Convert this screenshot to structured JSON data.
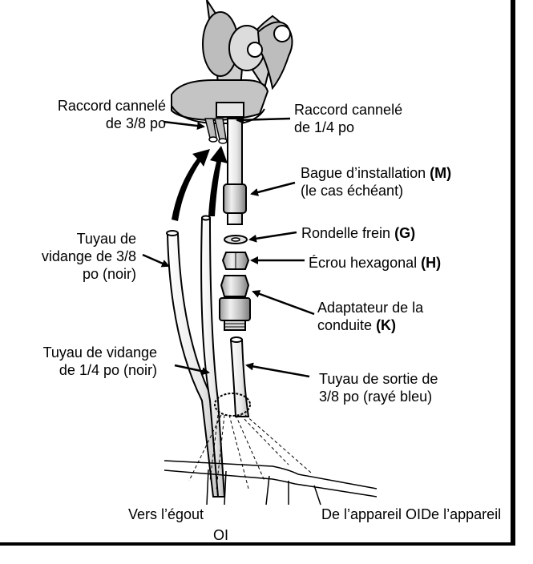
{
  "labels": {
    "barbed_38_l1": "Raccord cannelé",
    "barbed_38_l2": "de 3/8 po",
    "barbed_14_l1": "Raccord cannelé",
    "barbed_14_l2": "de 1/4 po",
    "ring_l1": "Bague d’installation ",
    "ring_l1_code": "(M)",
    "ring_l2": "(le cas échéant)",
    "washer": "Rondelle frein ",
    "washer_code": "(G)",
    "nut": "Écrou hexagonal ",
    "nut_code": "(H)",
    "adapter_l1": "Adaptateur de la",
    "adapter_l2": "conduite ",
    "adapter_code": "(K)",
    "drain38_l1": "Tuyau de",
    "drain38_l2": "vidange de 3/8",
    "drain38_l3": "po (noir)",
    "drain14_l1": "Tuyau de vidange",
    "drain14_l2": "de 1/4 po (noir)",
    "outlet_l1": "Tuyau de sortie de",
    "outlet_l2": "3/8 po (rayé bleu)",
    "to_drain": "Vers l’égout",
    "from_unit_l1": "De l’appareil OI",
    "from_unit_l2": "De l’appareil",
    "oi": "OI"
  }
}
